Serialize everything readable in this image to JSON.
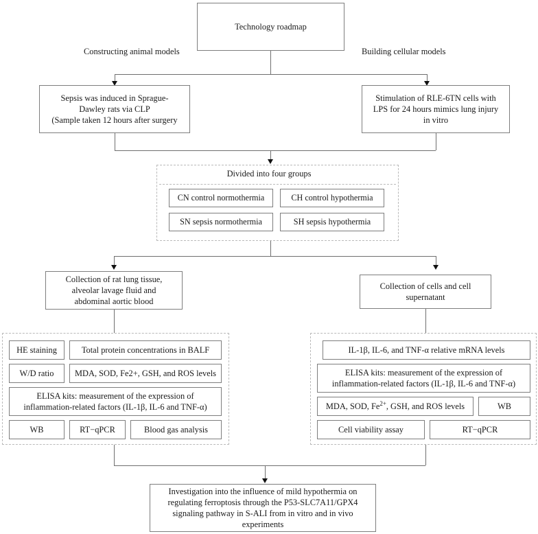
{
  "diagram": {
    "title": "Technology roadmap",
    "root": {
      "label": "Technology roadmap"
    },
    "edge_labels": {
      "left": "Constructing animal models",
      "right": "Building cellular models"
    },
    "animal_model": {
      "line1": "Sepsis was induced in Sprague-",
      "line2": "Dawley rats via CLP",
      "line3": "(Sample taken 12 hours after surgery"
    },
    "cell_model": {
      "line1": "Stimulation of RLE-6TN cells with",
      "line2": "LPS for 24 hours mimics lung injury",
      "line3": "in vitro"
    },
    "groups": {
      "header": "Divided into four groups",
      "items": [
        {
          "code": "CN",
          "label": "CN  control normothermia"
        },
        {
          "code": "CH",
          "label": "CH  control hypothermia"
        },
        {
          "code": "SN",
          "label": "SN  sepsis normothermia"
        },
        {
          "code": "SH",
          "label": "SH  sepsis hypothermia"
        }
      ]
    },
    "collection_animal": {
      "line1": "Collection of rat lung tissue,",
      "line2": "alveolar lavage fluid and",
      "line3": "abdominal aortic blood"
    },
    "collection_cell": {
      "line1": "Collection of cells and cell",
      "line2": "supernatant"
    },
    "assays_animal": {
      "he_staining": "HE staining",
      "total_protein": "Total protein concentrations in BALF",
      "wd_ratio": "W/D ratio",
      "oxidative": "MDA, SOD, Fe2+, GSH, and ROS levels",
      "elisa_line1": "ELISA kits:  measurement of the expression of",
      "elisa_line2": "inflammation-related factors (IL-1β, IL-6 and TNF-α)",
      "wb": "WB",
      "rt_qpcr": "RT−qPCR",
      "blood_gas": "Blood gas analysis"
    },
    "assays_cell": {
      "mrna": "IL-1β, IL-6, and TNF-α relative mRNA levels",
      "elisa_line1": "ELISA kits:  measurement of the expression of",
      "elisa_line2": "inflammation-related factors (IL-1β, IL-6 and TNF-α)",
      "oxidative_pre": "MDA, SOD, Fe",
      "oxidative_sup": "2+",
      "oxidative_post": ", GSH, and ROS levels",
      "wb": "WB",
      "cell_viability": "Cell viability assay",
      "rt_qpcr": "RT−qPCR"
    },
    "conclusion": {
      "line1": "Investigation into the influence of mild hypothermia on",
      "line2": "regulating ferroptosis through the P53-SLC7A11/GPX4",
      "line3": "signaling pathway in S-ALI from in vitro and in vivo",
      "line4": "experiments"
    },
    "colors": {
      "box_border": "#7d7d7d",
      "dashed_border": "#b9b9b9",
      "connector": "#6e6e6e",
      "arrow": "#111111",
      "text": "#1a1a1a",
      "background": "#ffffff"
    }
  }
}
